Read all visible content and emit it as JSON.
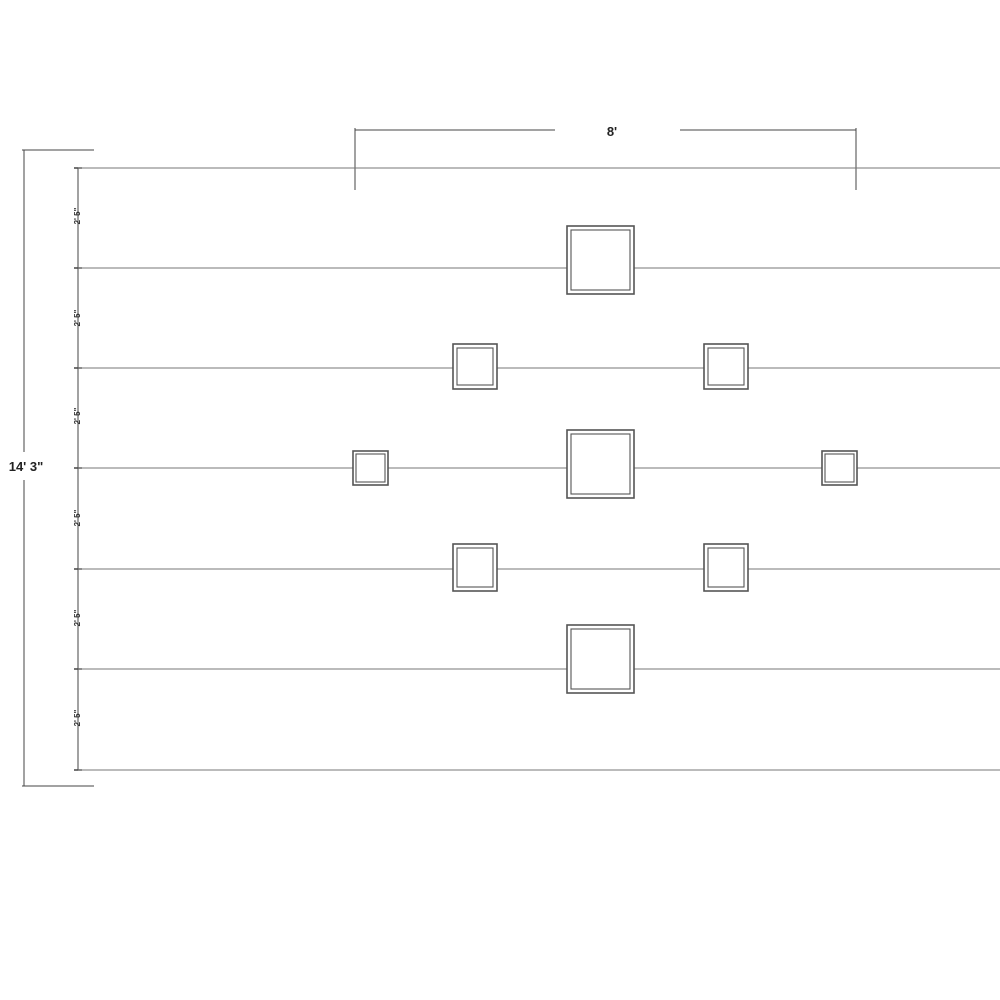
{
  "dimensions": {
    "total_width": "8'",
    "total_height": "14' 3\"",
    "row_spacings": [
      "2' 5\"",
      "2' 5\"",
      "2' 5\"",
      "2' 5\"",
      "2' 5\"",
      "2' 5\""
    ]
  },
  "colors": {
    "line": "#444444",
    "box": "#555555",
    "background": "#ffffff"
  }
}
